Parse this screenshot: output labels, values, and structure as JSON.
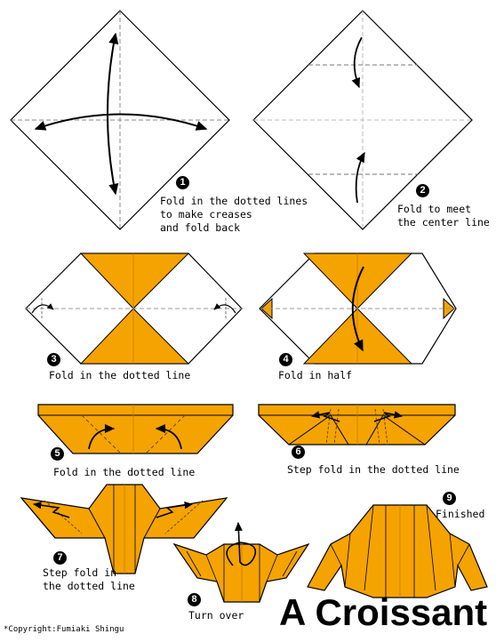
{
  "title": "A Croissant",
  "copyright": "*Copyright:Fumiaki Shingu",
  "colors": {
    "paper": "#F5A300",
    "outline": "#000000",
    "background": "#FFFFFF"
  },
  "steps": [
    {
      "number": "1",
      "text": "Fold in the dotted lines\nto make creases\nand fold back"
    },
    {
      "number": "2",
      "text": "Fold to meet\nthe center line"
    },
    {
      "number": "3",
      "text": "Fold in the dotted line"
    },
    {
      "number": "4",
      "text": "Fold in half"
    },
    {
      "number": "5",
      "text": "Fold in the dotted line"
    },
    {
      "number": "6",
      "text": "Step fold in the dotted line"
    },
    {
      "number": "7",
      "text": "Step fold in\nthe dotted line"
    },
    {
      "number": "8",
      "text": "Turn over"
    },
    {
      "number": "9",
      "text": "Finished"
    }
  ]
}
